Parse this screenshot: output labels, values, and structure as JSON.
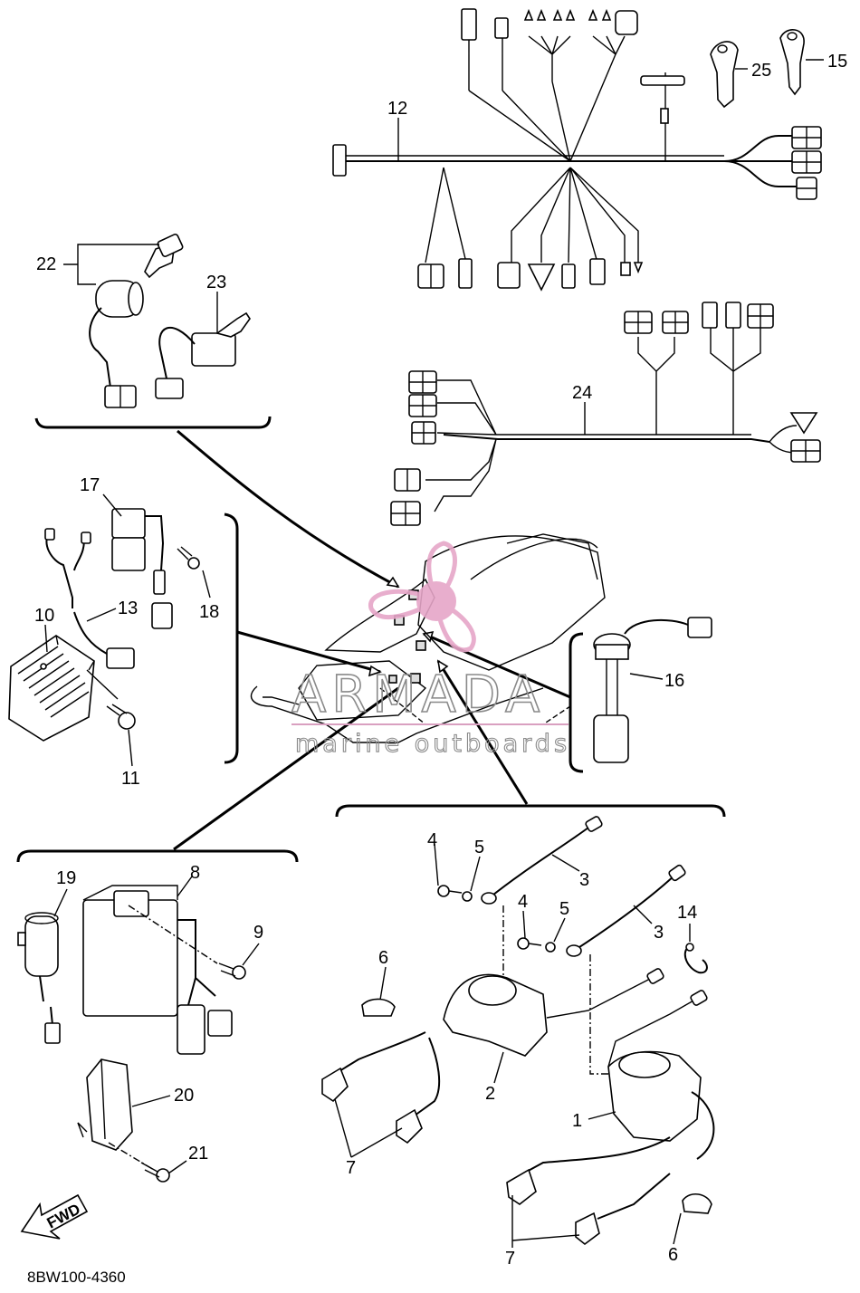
{
  "diagram_code": "8BW100-4360",
  "watermark": {
    "title": "ARMADA",
    "subtitle": "marine outboards"
  },
  "fwd_label": "FWD",
  "callouts": {
    "c1": "1",
    "c2": "2",
    "c3a": "3",
    "c3b": "3",
    "c4a": "4",
    "c4b": "4",
    "c5a": "5",
    "c5b": "5",
    "c6a": "6",
    "c6b": "6",
    "c7a": "7",
    "c7b": "7",
    "c8": "8",
    "c9": "9",
    "c10": "10",
    "c11": "11",
    "c12": "12",
    "c13": "13",
    "c14": "14",
    "c15": "15",
    "c16": "16",
    "c17": "17",
    "c18": "18",
    "c19": "19",
    "c20": "20",
    "c21": "21",
    "c22": "22",
    "c23": "23",
    "c24": "24",
    "c25": "25"
  },
  "colors": {
    "line": "#000000",
    "watermark_text": "#8a8a8a",
    "watermark_logo": "#e6a6c8",
    "watermark_rule": "#d9a0c0"
  }
}
